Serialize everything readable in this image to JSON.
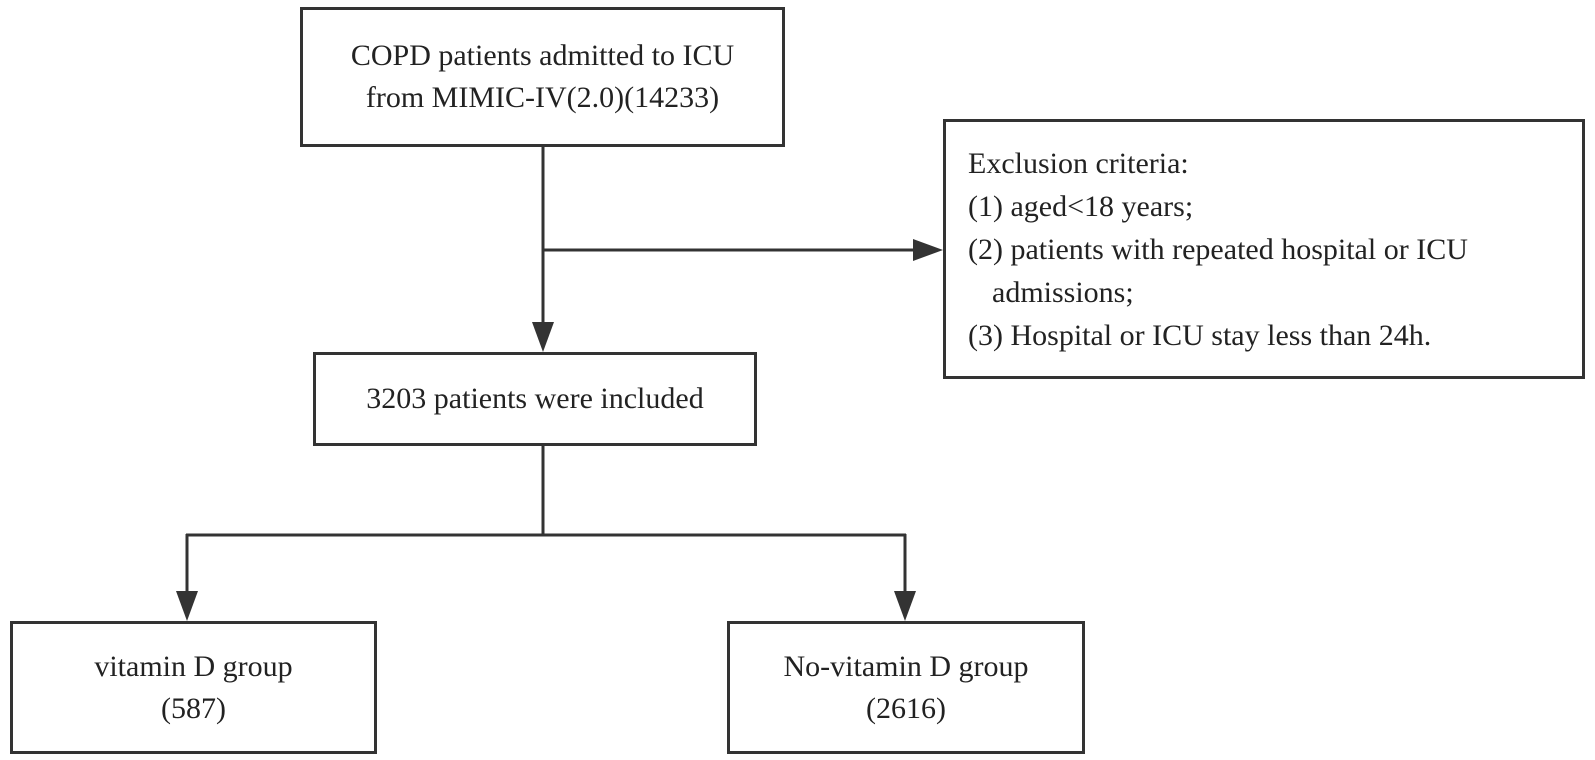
{
  "source_box": {
    "line1": "COPD patients admitted to ICU",
    "line2": "from MIMIC-IV(2.0)(14233)"
  },
  "exclusion_box": {
    "heading": "Exclusion criteria:",
    "item1": "(1) aged<18 years;",
    "item2_line1": "(2) patients with repeated hospital or ICU",
    "item2_line2": "admissions;",
    "item3": "(3) Hospital or ICU stay less than 24h."
  },
  "included_box": {
    "label": "3203 patients were included"
  },
  "vitamin_d_box": {
    "label": "vitamin D group",
    "count": "(587)"
  },
  "no_vitamin_d_box": {
    "label": "No-vitamin D group",
    "count": "(2616)"
  },
  "colors": {
    "stroke": "#333333",
    "background": "#ffffff",
    "text": "#222222"
  }
}
